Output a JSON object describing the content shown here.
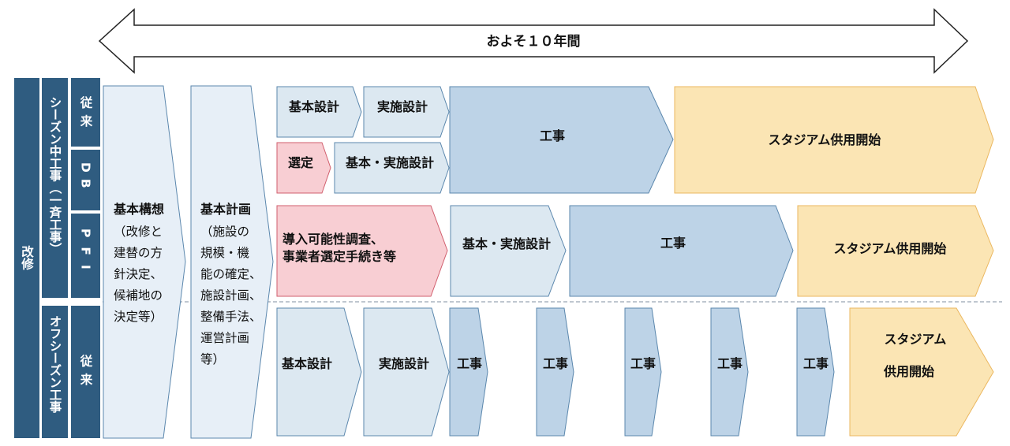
{
  "colors": {
    "header_fill": "#2F5C80",
    "stage_fill": "#E7EFF7",
    "design_fill": "#DCE8F1",
    "construction_fill": "#BDD3E7",
    "selection_fill": "#F8CED3",
    "opening_fill": "#FBE5B4",
    "stroke": "#5B87AD",
    "selection_stroke": "#D15F6E",
    "opening_stroke": "#EBB75F"
  },
  "duration_label": "およそ１０年間",
  "side_labels": {
    "renovation": "改修",
    "in_season": "シーズン中工事（一斉工事）",
    "off_season": "オフシーズン工事",
    "conventional_1": "従来",
    "db": "DB",
    "pfi": "PFI",
    "conventional_2": "従来"
  },
  "stages": {
    "concept": {
      "title": "基本構想",
      "lines": [
        "（改修と",
        "建替の方",
        "針決定、",
        "候補地の",
        "決定等）"
      ]
    },
    "plan": {
      "title": "基本計画",
      "lines": [
        "（施設の",
        "規模・機",
        "能の確定、",
        "施設計画、",
        "整備手法、",
        "運営計画",
        "等）"
      ]
    }
  },
  "rows": {
    "conventional": {
      "basic_design": "基本設計",
      "detail_design": "実施設計",
      "construction": "工事",
      "opening": "スタジアム供用開始"
    },
    "db": {
      "selection": "選定",
      "basic_detail_design": "基本・実施設計"
    },
    "pfi": {
      "feasibility_line1": "導入可能性調査、",
      "feasibility_line2": "事業者選定手続き等",
      "basic_detail_design": "基本・実施設計",
      "construction": "工事",
      "opening": "スタジアム供用開始"
    },
    "off_season": {
      "basic_design": "基本設計",
      "detail_design": "実施設計",
      "construction_1": "工事",
      "construction_2": "工事",
      "construction_3": "工事",
      "construction_4": "工事",
      "construction_5": "工事",
      "opening_line1": "スタジアム",
      "opening_line2": "供用開始"
    }
  }
}
